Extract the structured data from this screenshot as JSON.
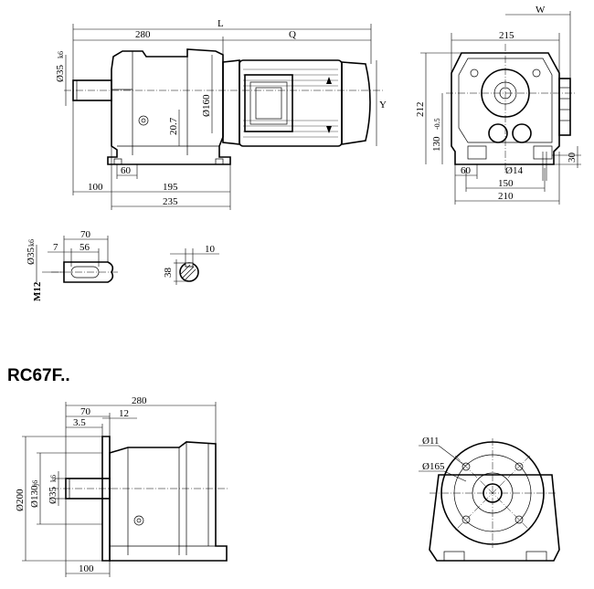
{
  "model_title": "RC67F..",
  "top_side_view": {
    "dim_L": "L",
    "dim_280": "280",
    "dim_Q": "Q",
    "dim_shaft_dia": "Ø35",
    "dim_shaft_tol": "k6",
    "dim_160": "Ø160",
    "dim_20_7": "20.7",
    "dim_Y": "Y",
    "dim_60": "60",
    "dim_100": "100",
    "dim_195": "195",
    "dim_235": "235"
  },
  "top_end_view": {
    "dim_W": "W",
    "dim_215": "215",
    "dim_212": "212",
    "dim_130": "130",
    "dim_130_tol": "-0.5",
    "dim_60": "60",
    "dim_14": "Ø14",
    "dim_30": "30",
    "dim_150": "150",
    "dim_210": "210"
  },
  "shaft_detail": {
    "dim_70": "70",
    "dim_7": "7",
    "dim_56": "56",
    "dim_shaft_dia": "Ø35",
    "dim_shaft_tol": "k6",
    "thread": "M12"
  },
  "key_section": {
    "dim_10": "10",
    "dim_38": "38"
  },
  "bottom_side_view": {
    "dim_280": "280",
    "dim_70": "70",
    "dim_3_5": "3.5",
    "dim_12": "12",
    "dim_200": "Ø200",
    "dim_130": "Ø130",
    "dim_130_tol": "j6",
    "dim_35": "Ø35",
    "dim_35_tol": "k6",
    "dim_100": "100"
  },
  "bottom_flange_view": {
    "dim_11": "Ø11",
    "dim_165": "Ø165"
  }
}
